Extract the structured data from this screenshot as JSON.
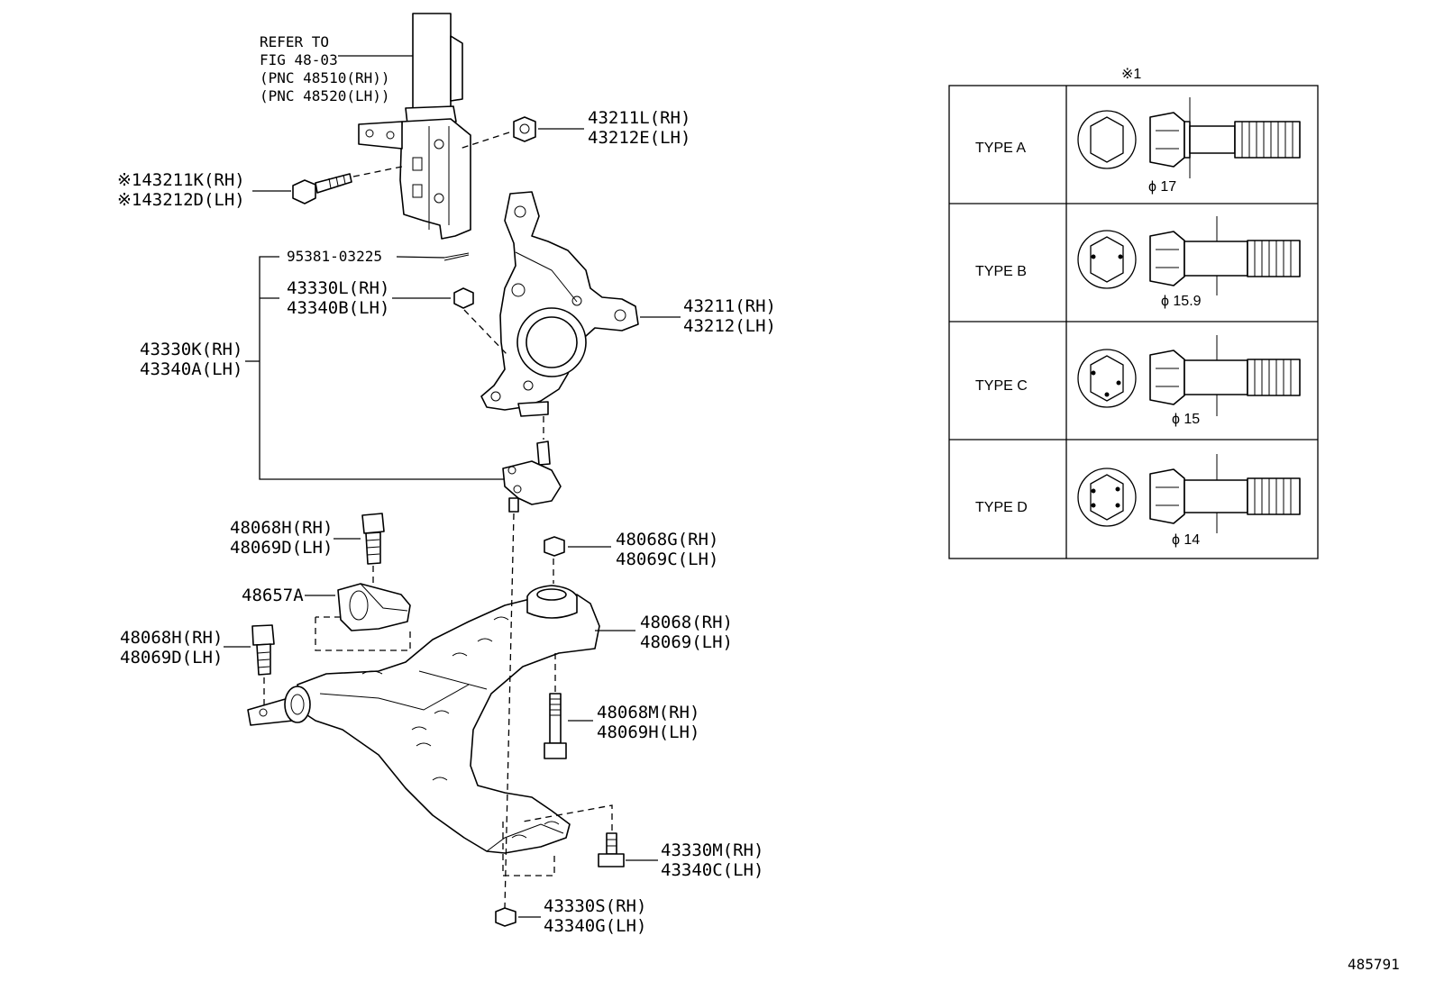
{
  "figure_id": "485791",
  "callouts": {
    "refer": [
      "REFER TO",
      "FIG 48-03",
      "(PNC 48510(RH))",
      "(PNC 48520(LH))"
    ],
    "nut_43211L": [
      "43211L(RH)",
      "43212E(LH)"
    ],
    "bolt_43211K": [
      "※143211K(RH)",
      "※143212D(LH)"
    ],
    "pin_95381": "95381-03225",
    "nut_43330L": [
      "43330L(RH)",
      "43340B(LH)"
    ],
    "balljoint_43330K": [
      "43330K(RH)",
      "43340A(LH)"
    ],
    "knuckle_43211": [
      "43211(RH)",
      "43212(LH)"
    ],
    "bolt_48068H_top": [
      "48068H(RH)",
      "48069D(LH)"
    ],
    "nut_48068G": [
      "48068G(RH)",
      "48069C(LH)"
    ],
    "bracket_48657A": "48657A",
    "arm_48068": [
      "48068(RH)",
      "48069(LH)"
    ],
    "bolt_48068H_left": [
      "48068H(RH)",
      "48069D(LH)"
    ],
    "bolt_48068M": [
      "48068M(RH)",
      "48069H(LH)"
    ],
    "bolt_43330M": [
      "43330M(RH)",
      "43340C(LH)"
    ],
    "nut_43330S": [
      "43330S(RH)",
      "43340G(LH)"
    ]
  },
  "bolt_table": {
    "header": "※1",
    "rows": [
      {
        "type": "TYPE A",
        "dia": "ϕ 17"
      },
      {
        "type": "TYPE B",
        "dia": "ϕ 15.9"
      },
      {
        "type": "TYPE C",
        "dia": "ϕ 15"
      },
      {
        "type": "TYPE D",
        "dia": "ϕ 14"
      }
    ]
  }
}
